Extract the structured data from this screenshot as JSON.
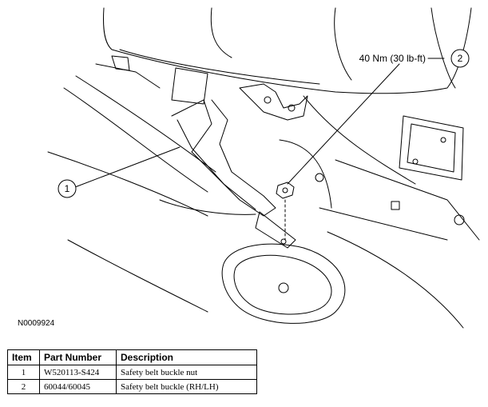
{
  "figure": {
    "figure_id": "N0009924",
    "callouts": [
      {
        "number": "1",
        "label": ""
      },
      {
        "number": "2",
        "label": "40 Nm (30 lb-ft)"
      }
    ]
  },
  "parts_table": {
    "headers": {
      "item": "Item",
      "part_number": "Part Number",
      "description": "Description"
    },
    "rows": [
      {
        "item": "1",
        "part_number": "W520113-S424",
        "description": "Safety belt buckle nut"
      },
      {
        "item": "2",
        "part_number": "60044/60045",
        "description": "Safety belt buckle (RH/LH)"
      }
    ]
  }
}
